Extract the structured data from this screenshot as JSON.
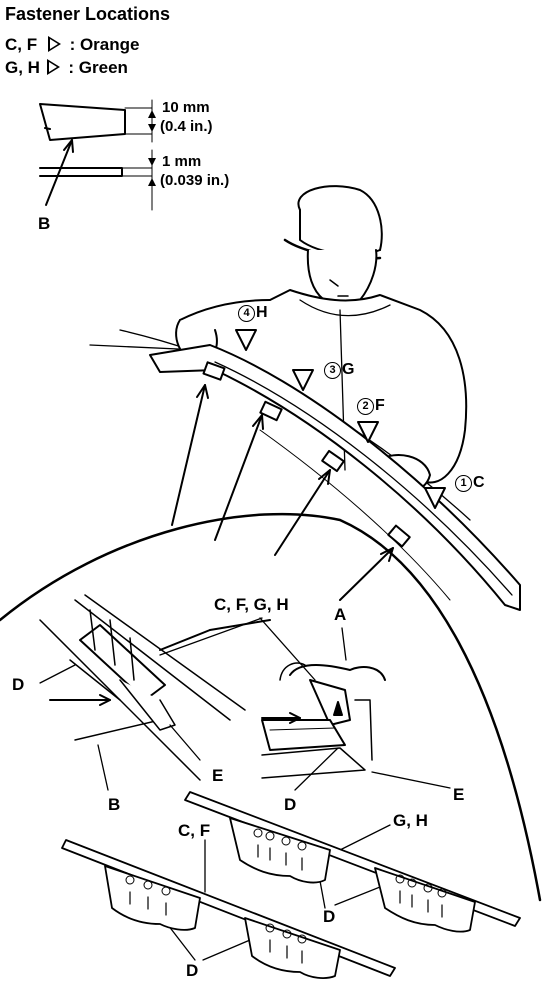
{
  "title": "Fastener Locations",
  "legend": [
    {
      "codes": "C, F",
      "sep": ": Orange",
      "color": "#000000"
    },
    {
      "codes": "G, H",
      "sep": ": Green",
      "color": "#000000"
    }
  ],
  "measurements": {
    "thickness_mm": "10 mm",
    "thickness_in": "(0.4 in.)",
    "lip_mm": "1 mm",
    "lip_in": "(0.039 in.)"
  },
  "callouts": {
    "step4": {
      "num": "4",
      "letter": "H"
    },
    "step3": {
      "num": "3",
      "letter": "G"
    },
    "step2": {
      "num": "2",
      "letter": "F"
    },
    "step1": {
      "num": "1",
      "letter": "C"
    }
  },
  "labels": {
    "B_top": "B",
    "cfgh": "C, F, G, H",
    "A": "A",
    "D_left": "D",
    "E_left": "E",
    "B_bottom": "B",
    "D_mid": "D",
    "E_right": "E",
    "CF": "C, F",
    "GH": "G, H",
    "D_strip1": "D",
    "D_strip2": "D"
  }
}
